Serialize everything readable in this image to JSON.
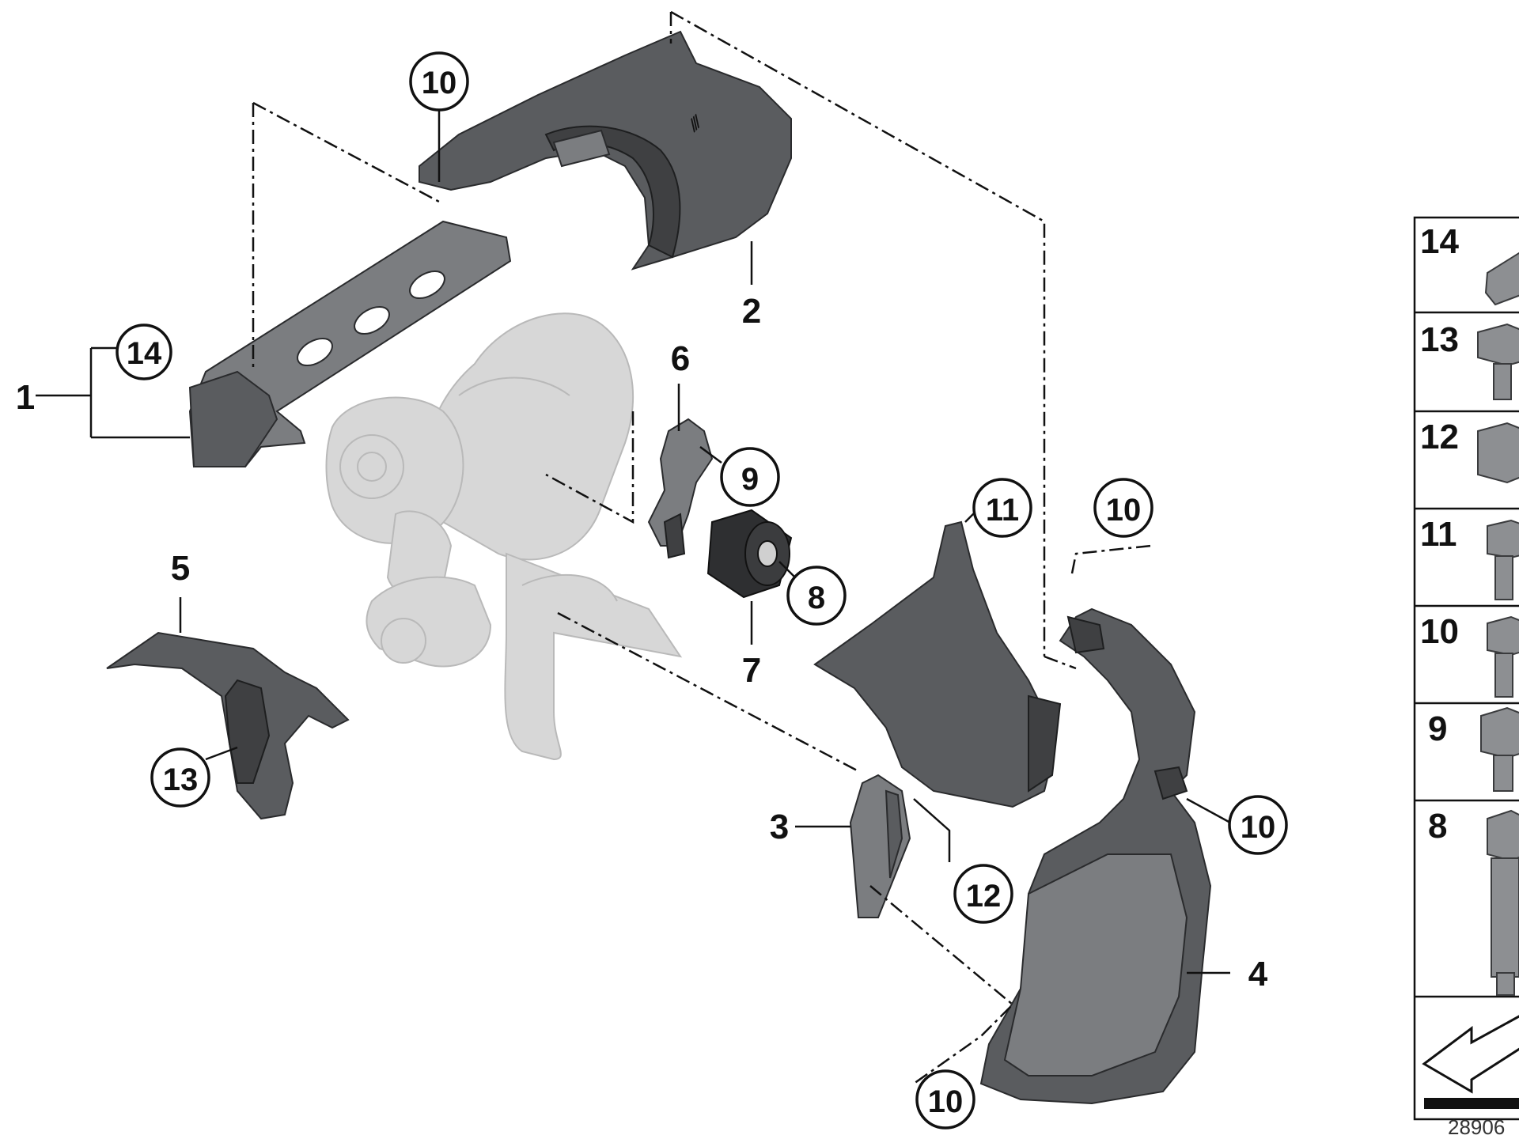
{
  "diagram": {
    "callouts": {
      "p1": "1",
      "p2": "2",
      "p3": "3",
      "p4": "4",
      "p5": "5",
      "p6": "6",
      "p7": "7",
      "p8": "8",
      "p9": "9",
      "p10a": "10",
      "p10b": "10",
      "p10c": "10",
      "p10d": "10",
      "p11": "11",
      "p12": "12",
      "p13": "13",
      "p14": "14"
    },
    "legend": [
      "14",
      "13",
      "12",
      "11",
      "10",
      "9",
      "8"
    ],
    "diagram_number": "28906"
  }
}
